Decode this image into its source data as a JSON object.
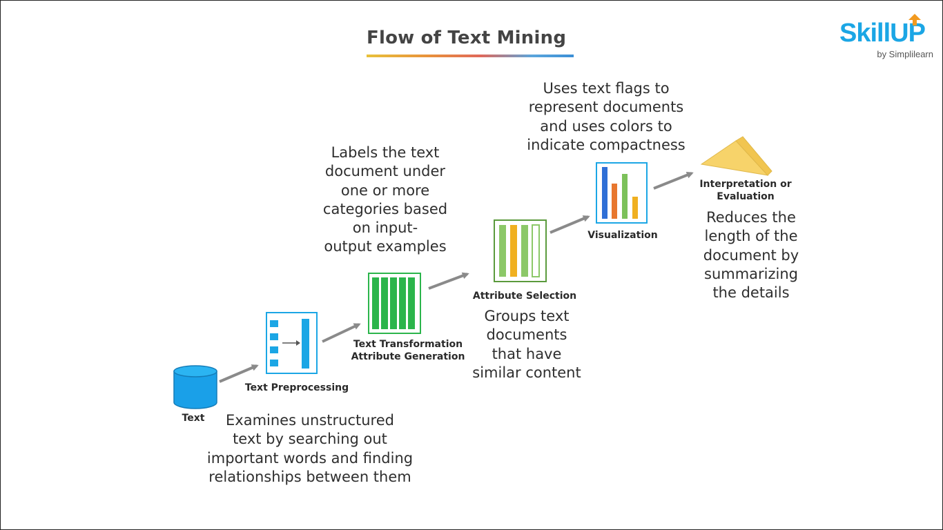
{
  "title": "Flow of Text Mining",
  "logo": {
    "main": "SkillUP",
    "sub": "by Simplilearn",
    "color": "#1ba6e5",
    "arrow_color": "#f29a1f"
  },
  "stages": [
    {
      "label": "Text",
      "icon": "database-icon"
    },
    {
      "label": "Text Preprocessing",
      "icon": "preprocessing-icon",
      "description": "Examines unstructured\ntext by searching out\nimportant words and finding\nrelationships between them"
    },
    {
      "label": "Text Transformation\nAttribute Generation",
      "icon": "transformation-icon",
      "description": "Labels the text\ndocument under\none or more\ncategories based\non input-\noutput examples"
    },
    {
      "label": "Attribute Selection",
      "icon": "attribute-selection-icon",
      "description": "Groups text\ndocuments\nthat have\nsimilar content"
    },
    {
      "label": "Visualization",
      "icon": "bar-chart-icon",
      "description": "Uses text flags to\nrepresent documents\nand uses colors to\nindicate compactness"
    },
    {
      "label": "Interpretation or\nEvaluation",
      "icon": "prism-icon",
      "description": "Reduces the\nlength of the\ndocument by\nsummarizing\nthe details"
    }
  ],
  "colors": {
    "accent_blue": "#1ba6e5",
    "green": "#2bb54b",
    "light_green": "#8cc868",
    "orange": "#f0a020",
    "bar_blue": "#2f6fd6",
    "bar_orange": "#e8772e",
    "prism": "#f7d36a",
    "arrow": "#8a8a8a"
  }
}
